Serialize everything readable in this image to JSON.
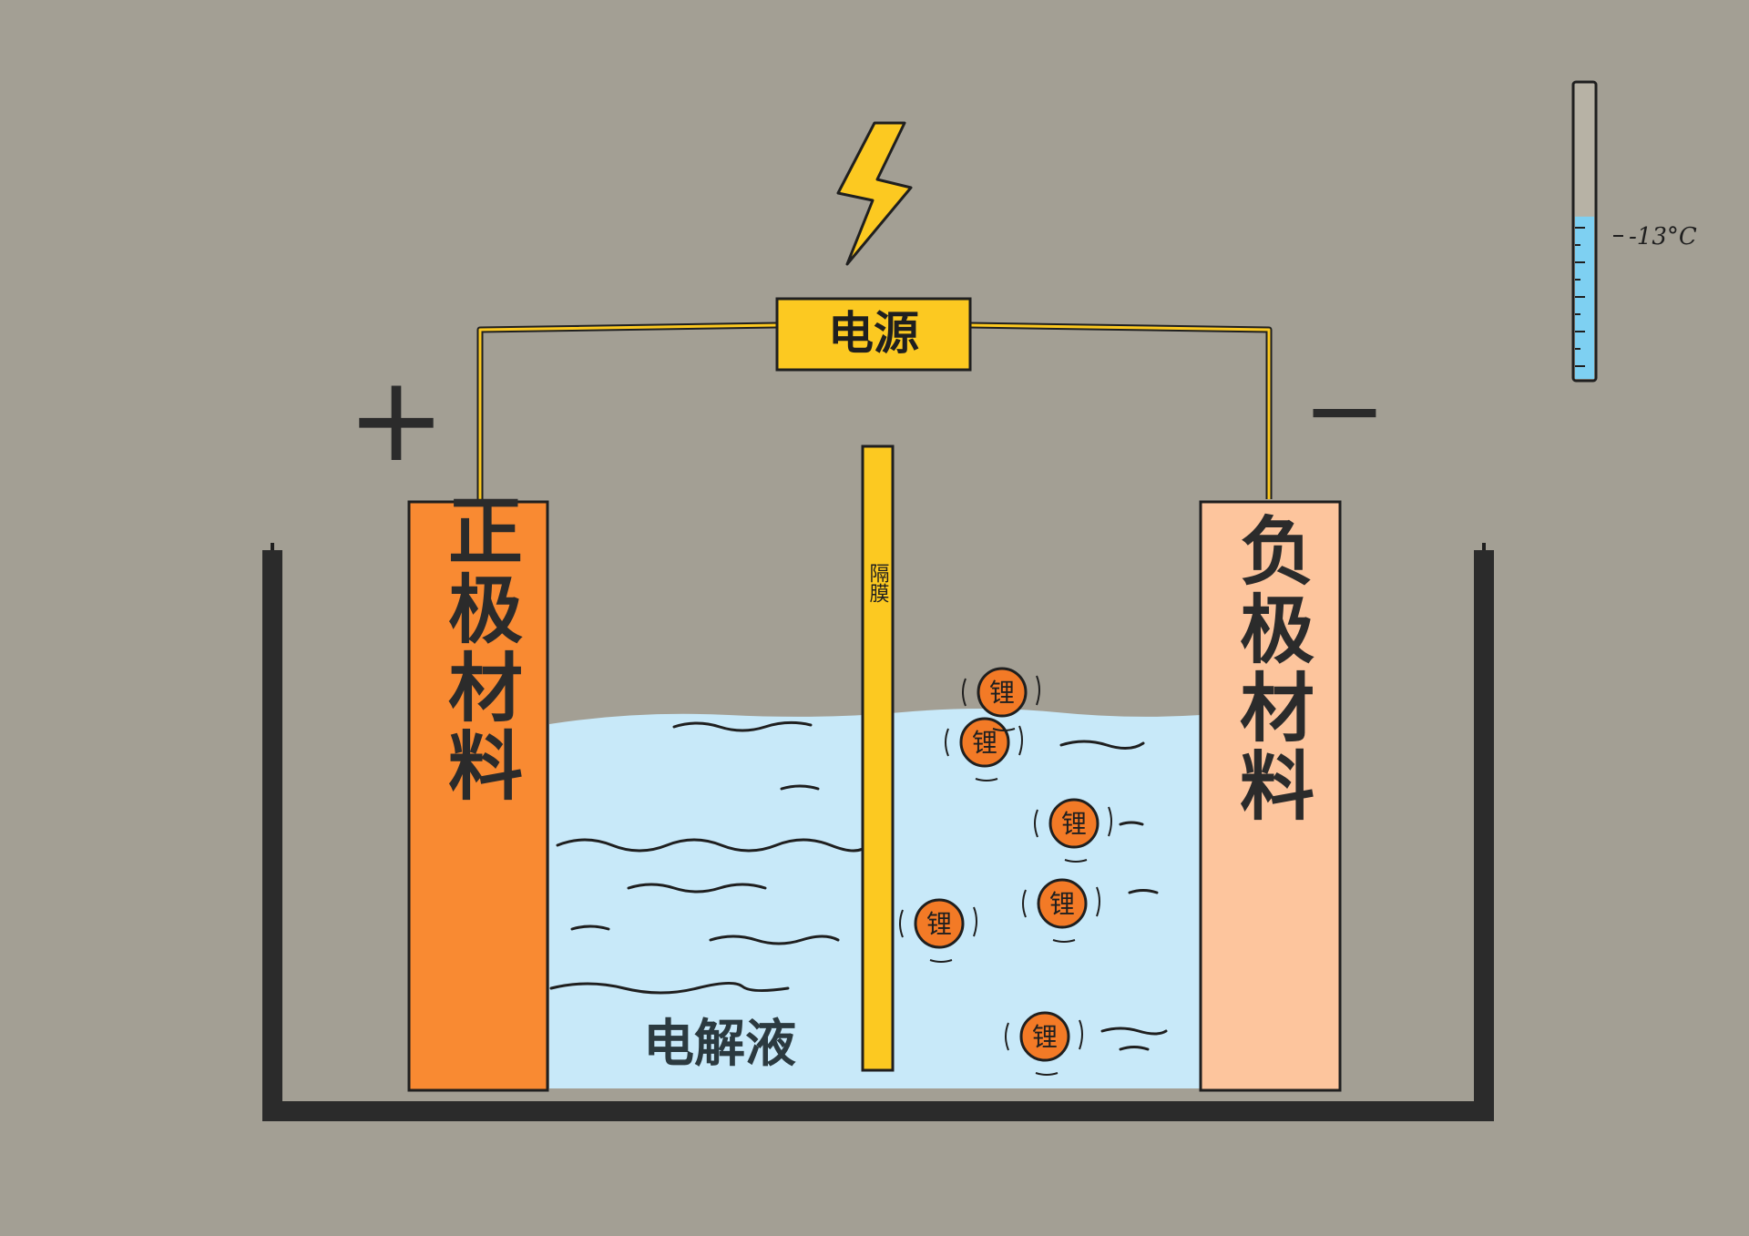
{
  "power_source": {
    "label": "电源"
  },
  "terminals": {
    "positive_sign": "+",
    "negative_sign": "−"
  },
  "electrodes": {
    "positive": {
      "label": "正极材料",
      "color": "#f98a32"
    },
    "negative": {
      "label": "负极材料",
      "color": "#fdc59d"
    }
  },
  "separator": {
    "label": "隔膜",
    "color": "#fcc921"
  },
  "electrolyte": {
    "label": "电解液",
    "color": "#c8e9f9"
  },
  "lithium_ion": {
    "label": "锂",
    "color": "#f37a26",
    "count": 6
  },
  "thermometer": {
    "reading": "-13°C",
    "fill_fraction": 0.55,
    "liquid_color": "#7ed0f2"
  },
  "colors": {
    "background": "#a39f94",
    "wire": "#fcc921",
    "container": "#2b2b2b",
    "outline": "#1f1f1f"
  }
}
